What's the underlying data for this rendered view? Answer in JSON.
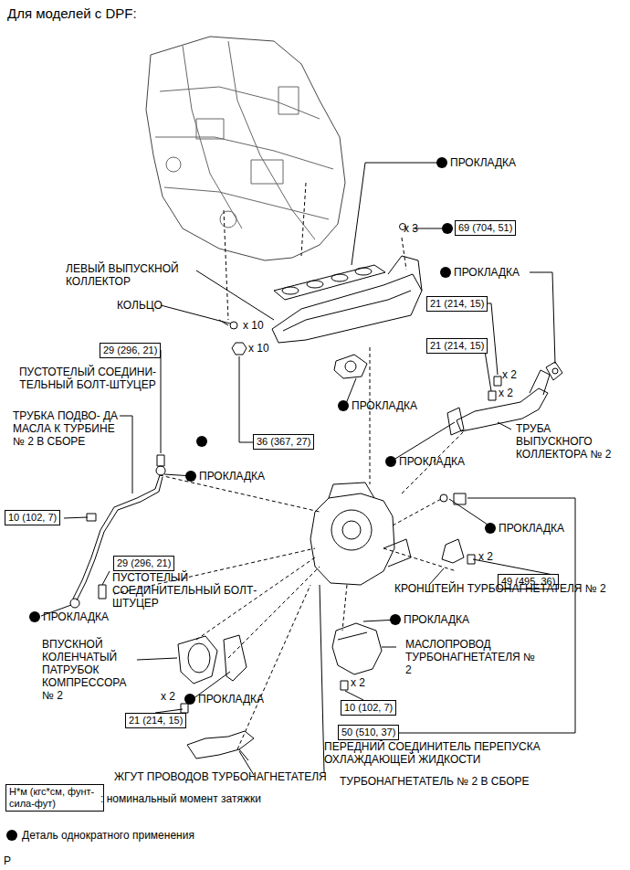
{
  "diagram": {
    "title": "Для моделей с DPF:",
    "nodes": [
      {
        "text": [
          "69 (704, 51)"
        ]
      },
      {
        "text": [
          "21 (214, 15)"
        ]
      },
      {
        "text": [
          "21 (214, 15)"
        ]
      },
      {
        "text": [
          "29 (296, 21)"
        ]
      },
      {
        "text": [
          "36 (367, 27)"
        ]
      },
      {
        "text": [
          "10 (102, 7)"
        ]
      },
      {
        "text": [
          "29 (296, 21)"
        ]
      },
      {
        "text": [
          "49 (495, 36)"
        ]
      },
      {
        "text": [
          "10 (102, 7)"
        ]
      },
      {
        "text": [
          "21 (214, 15)"
        ]
      },
      {
        "text": [
          "50 (510, 37)"
        ]
      },
      {
        "text": [
          "Н*м (кгс*см, фунт-сила-фут)"
        ]
      }
    ],
    "labels": [
      "ПРОКЛАДКА",
      "ЛЕВЫЙ ВЫПУСКНОЙ КОЛЛЕКТОР",
      "x 3",
      "ПРОКЛАДКА",
      "КОЛЬЦО",
      "x 10",
      "x 10",
      "ПУСТОТЕЛЫЙ СОЕДИНИ- ТЕЛЬНЫЙ БОЛТ-ШТУЦЕР",
      "ПРОКЛАДКА",
      "x 2",
      "x 2",
      "ТРУБКА ПОДВО- ДА МАСЛА К ТУРБИНЕ № 2 В СБОРЕ",
      "ПРОКЛАДКА",
      "ТРУБА ВЫПУСКНОГО КОЛЛЕКТОРА № 2",
      "ПРОКЛАДКА",
      "ПРОКЛАДКА",
      "ПРОКЛАДКА",
      "ПУСТОТЕЛЫЙ СОЕДИНИТЕЛЬНЫЙ БОЛТ-ШТУЦЕР",
      "x 2",
      "КРОНШТЕЙН ТУРБОНАГНЕТАТЕЛЯ № 2",
      "ПРОКЛАДКА",
      "ВПУСКНОЙ КОЛЕНЧАТЫЙ ПАТРУБОК КОМПРЕССОРА № 2",
      "МАСЛОПРОВОД ТУРБОНАГНЕТАТЕЛЯ № 2",
      "x 2",
      "ПРОКЛАДКА",
      "x 2",
      "ПЕРЕДНИЙ СОЕДИНИТЕЛЬ ПЕРЕПУСКА ОХЛАЖДАЮЩЕЙ ЖИДКОСТИ",
      "ЖГУТ ПРОВОДОВ ТУРБОНАГНЕТАТЕЛЯ",
      "ТУРБОНАГНЕТАТЕЛЬ № 2 В СБОРЕ",
      "P"
    ],
    "legend": [
      {
        "text": ": номинальный момент затяжки"
      },
      {
        "text": "Деталь однократного применения"
      }
    ]
  }
}
